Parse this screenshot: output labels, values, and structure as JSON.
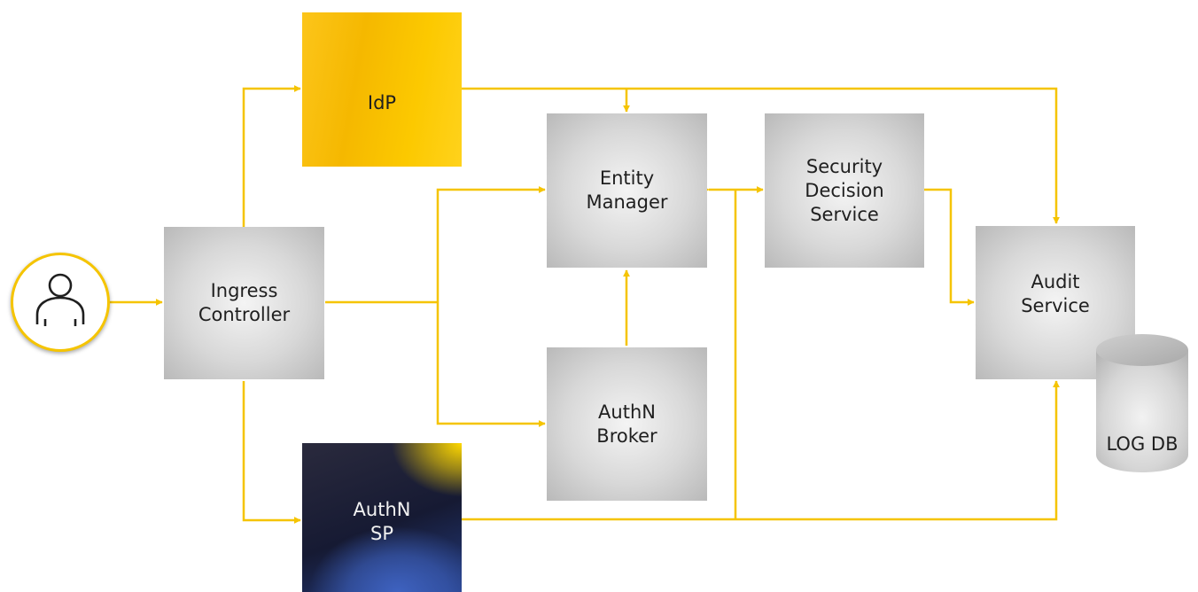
{
  "diagram": {
    "nodes": {
      "idp": "IdP",
      "entity_manager": "Entity\nManager",
      "security_decision_service": "Security\nDecision\nService",
      "ingress_controller": "Ingress\nController",
      "audit_service": "Audit\nService",
      "authn_broker": "AuthN\nBroker",
      "authn_sp": "AuthN\nSP",
      "log_db": "LOG DB"
    },
    "icons": {
      "user": "user-icon",
      "database": "database-icon"
    },
    "colors": {
      "connector": "#f5c400",
      "idp_fill": "#f8be00",
      "node_fill": "#d0d0d0"
    }
  }
}
